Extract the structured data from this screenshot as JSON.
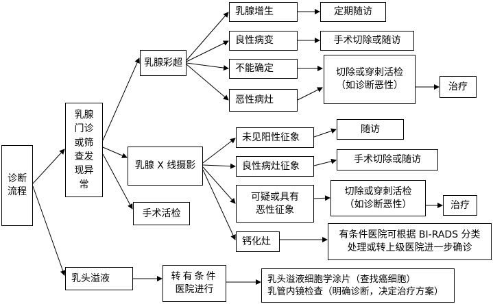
{
  "root": "诊断流程",
  "screening": [
    "乳腺",
    "门诊",
    "或筛",
    "查发",
    "现异",
    "常"
  ],
  "ultrasound": {
    "title": "乳腺彩超",
    "items": [
      "乳腺增生",
      "良性病变",
      "不能确定",
      "恶性病灶"
    ],
    "outcomes": [
      "定期随访",
      "手术切除或随访",
      "治疗"
    ],
    "biopsy": [
      "切除或穿刺活检",
      "（如诊断恶性）"
    ]
  },
  "mammography": {
    "title": "乳腺 X 线摄影",
    "items": [
      "未见阳性征象",
      "良性病灶征象",
      "钙化灶"
    ],
    "suspicious": [
      "可疑或具有",
      "恶性征象"
    ],
    "outcomes": [
      "随访",
      "手术切除或随访",
      "治疗"
    ],
    "biopsy": [
      "切除或穿刺活检",
      "（如诊断恶性）"
    ],
    "calcification_note": [
      "有条件医院可根据 BI-RADS 分类",
      "处理或转上级医院进一步确诊"
    ]
  },
  "surgical_biopsy": "手术活检",
  "nipple": {
    "title": "乳头溢液",
    "hospital": [
      "转有条件",
      "医院进行"
    ],
    "exams": [
      "乳头溢液细胞学涂片（查找癌细胞）",
      "乳管内镜检查（明确诊断，决定治疗方案）"
    ]
  }
}
